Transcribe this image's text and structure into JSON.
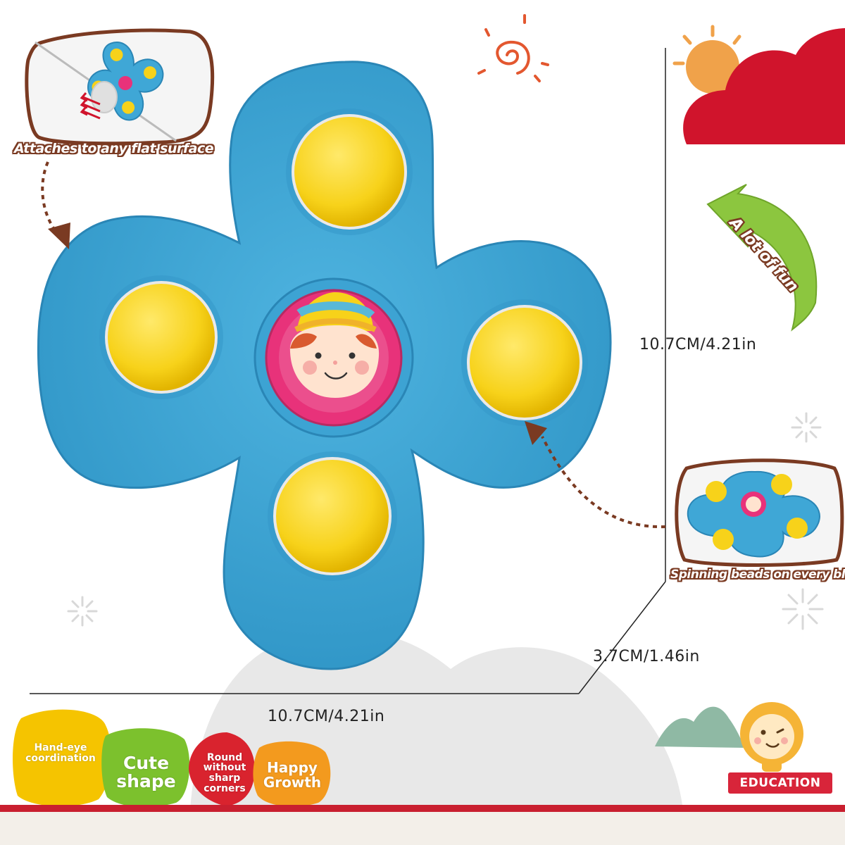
{
  "callouts": {
    "attach": "Attaches to any flat surface",
    "fun": "A lot of fun",
    "beads": "Spinning beads on every blad"
  },
  "dimensions": {
    "height": "10.7CM/4.21in",
    "depth": "3.7CM/1.46in",
    "width": "10.7CM/4.21in"
  },
  "features": [
    {
      "line1": "Hand-eye",
      "line2": "coordination",
      "color": "#f5c400"
    },
    {
      "line1": "Cute",
      "line2": "shape",
      "color": "#7cc12d"
    },
    {
      "line1": "Round without",
      "line2": "sharp corners",
      "color": "#d9232e"
    },
    {
      "line1": "Happy",
      "line2": "Growth",
      "color": "#f39a1e"
    }
  ],
  "brand": {
    "label": "EDUCATION"
  },
  "colors": {
    "spinner": "#3fa7d6",
    "bead": "#f7d21a",
    "hub": "#e8327a",
    "arrow": "#7a3a22",
    "cloud": "#d0142c",
    "fun_arrow": "#8cc63f"
  },
  "icons": [
    "spinner-toy",
    "boy-face-icon",
    "sun-icon",
    "swirl-icon",
    "lion-icon",
    "sparkle-icon"
  ]
}
